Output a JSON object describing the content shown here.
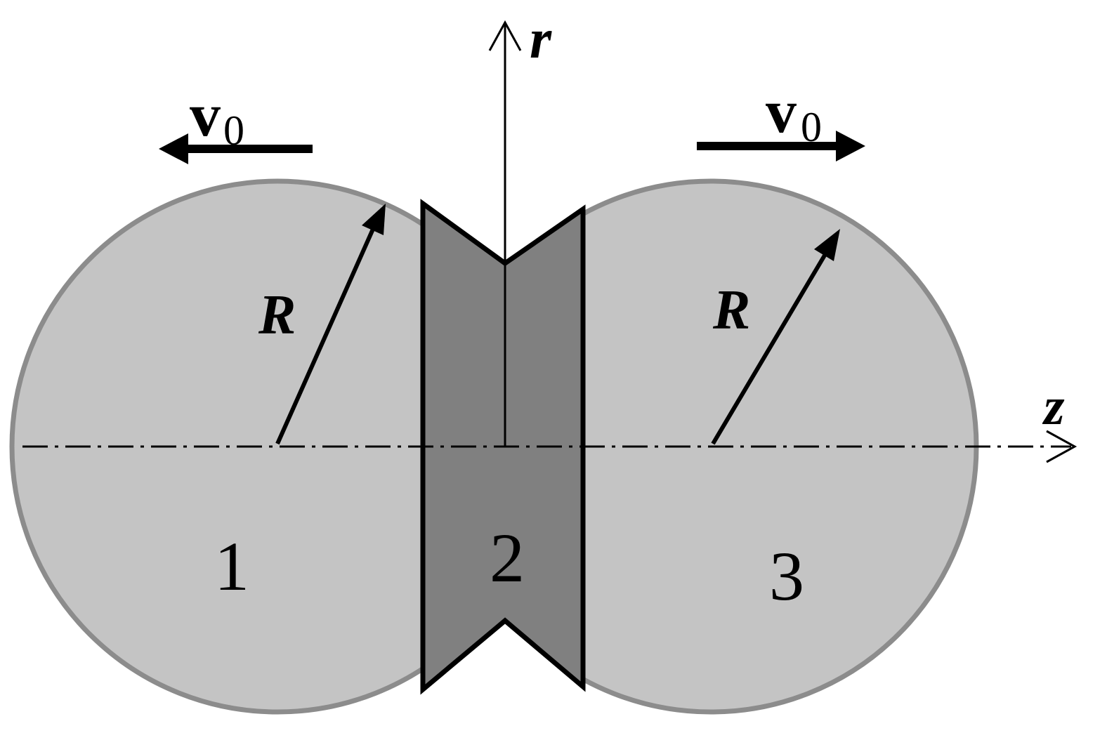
{
  "labels": {
    "axis_r": "r",
    "axis_z": "z",
    "velocity_left": "v",
    "velocity_left_sub": "0",
    "velocity_right": "v",
    "velocity_right_sub": "0",
    "radius_left": "R",
    "radius_right": "R",
    "region_1": "1",
    "region_2": "2",
    "region_3": "3"
  },
  "colors": {
    "sphere_fill": "#c4c4c4",
    "sphere_stroke": "#8c8c8c",
    "neck_fill": "#808080",
    "line": "#000000"
  }
}
